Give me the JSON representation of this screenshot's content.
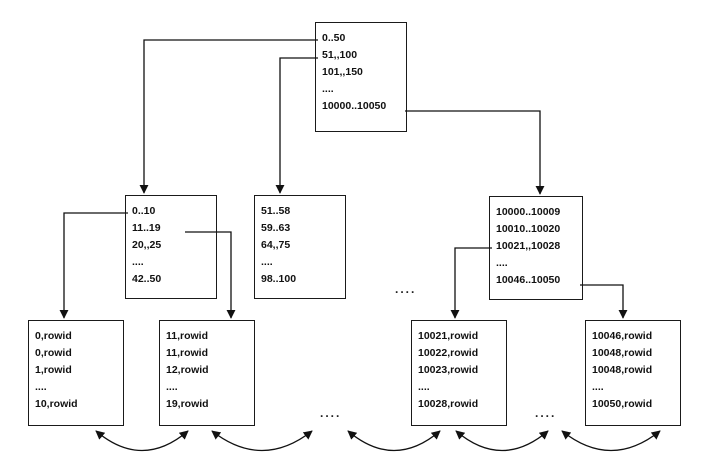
{
  "root": {
    "lines": [
      "0..50",
      "51,,100",
      "101,,150",
      "....",
      "10000..10050"
    ]
  },
  "branch": [
    {
      "lines": [
        "0..10",
        "11..19",
        "20,,25",
        "....",
        "42..50"
      ]
    },
    {
      "lines": [
        "51..58",
        "59..63",
        "64,,75",
        "....",
        "98..100"
      ]
    },
    {
      "lines": [
        "10000..10009",
        "10010..10020",
        "10021,,10028",
        "....",
        "10046..10050"
      ]
    }
  ],
  "leaf": [
    {
      "lines": [
        "0,rowid",
        "0,rowid",
        "1,rowid",
        "....",
        "10,rowid"
      ]
    },
    {
      "lines": [
        "11,rowid",
        "11,rowid",
        "12,rowid",
        "....",
        "19,rowid"
      ]
    },
    {
      "lines": [
        "10021,rowid",
        "10022,rowid",
        "10023,rowid",
        "....",
        "10028,rowid"
      ]
    },
    {
      "lines": [
        "10046,rowid",
        "10048,rowid",
        "10048,rowid",
        "....",
        "10050,rowid"
      ]
    }
  ],
  "ellipsis": {
    "branch_gap": "....",
    "leaf_gap_1": "....",
    "leaf_gap_2": "...."
  }
}
